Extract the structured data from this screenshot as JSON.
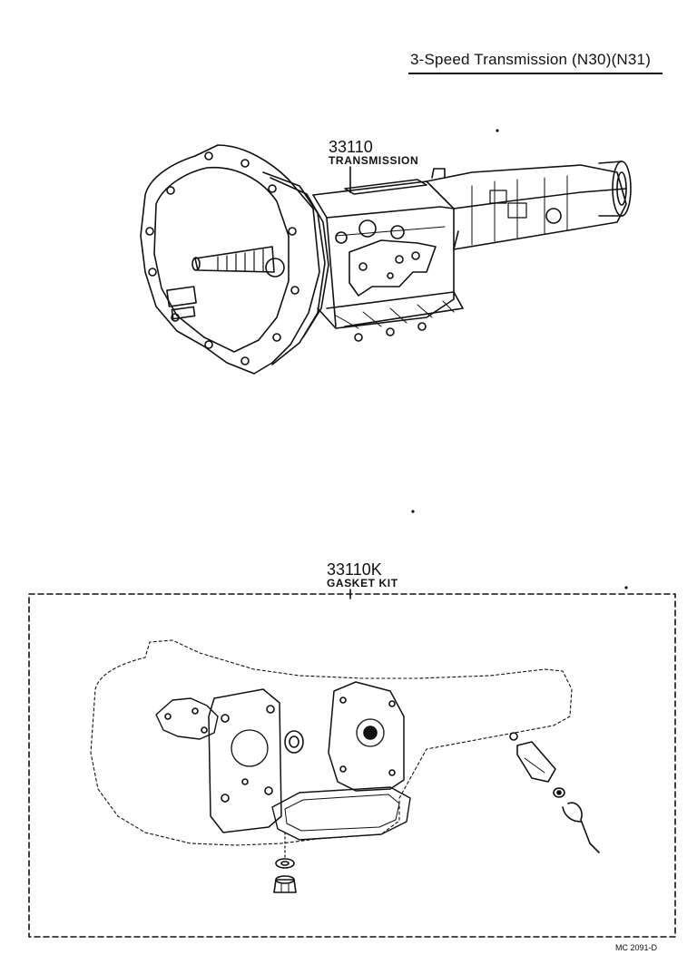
{
  "header": {
    "title": "3-Speed Transmission (N30)(N31)"
  },
  "parts": [
    {
      "number": "33110",
      "name": "TRANSMISSION"
    },
    {
      "number": "33110K",
      "name": "GASKET KIT"
    }
  ],
  "footer": {
    "code": "MC 2091-D"
  }
}
